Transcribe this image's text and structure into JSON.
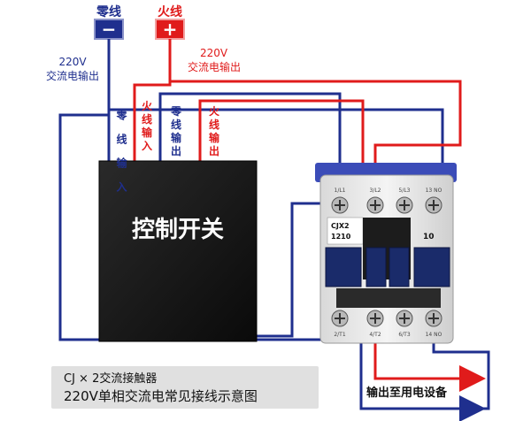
{
  "power": {
    "neutral": {
      "title": "零线",
      "symbol": "−",
      "voltage": "220V",
      "desc": "交流电输出",
      "color": "#1f2f8e"
    },
    "live": {
      "title": "火线",
      "symbol": "+",
      "voltage": "220V",
      "desc": "交流电输出",
      "color": "#e01b1b"
    }
  },
  "switch_box": {
    "title": "控制开关",
    "terminals": [
      {
        "label": "零线输入",
        "color": "#1f2f8e"
      },
      {
        "label": "火线输入",
        "color": "#e01b1b"
      },
      {
        "label": "零线输出",
        "color": "#1f2f8e"
      },
      {
        "label": "火线输出",
        "color": "#e01b1b"
      }
    ]
  },
  "contactor": {
    "model": "CJX2",
    "code": "1210",
    "rating": "10",
    "top_terminals": [
      "1/L1",
      "3/L2",
      "5/L3",
      "13 NO"
    ],
    "bottom_terminals": [
      "2/T1",
      "4/T2",
      "6/T3",
      "14 NO"
    ]
  },
  "caption": {
    "line1": "CJ × 2交流接触器",
    "line2": "220V单相交流电常见接线示意图"
  },
  "output": {
    "label": "输出至用电设备"
  },
  "colors": {
    "neutral_wire": "#1f2f8e",
    "live_wire": "#e01b1b",
    "switch_body": "#141414",
    "caption_bg": "#e0e0e0"
  }
}
